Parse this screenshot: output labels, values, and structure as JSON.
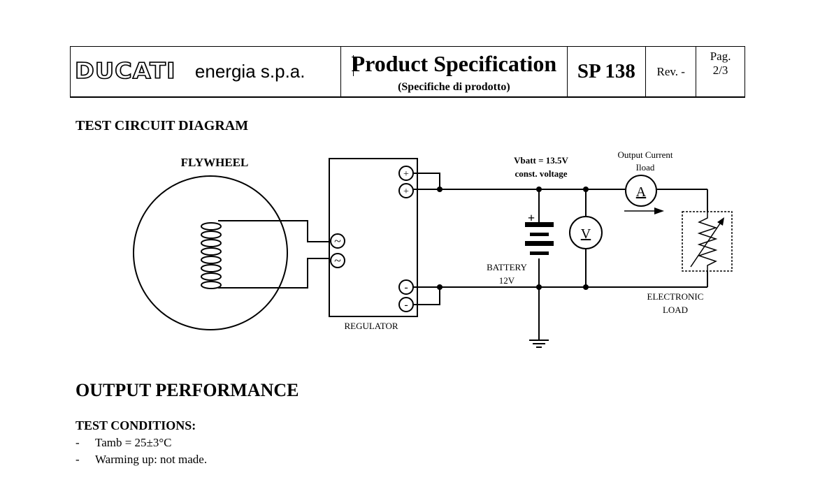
{
  "header": {
    "logo_brand": "DUCATI",
    "logo_company": "energia s.p.a.",
    "title": "Product Specification",
    "subtitle": "(Specifiche di prodotto)",
    "code": "SP 138",
    "revision": "Rev. -",
    "page_label": "Pag.",
    "page_number": "2/3"
  },
  "circuit": {
    "heading": "TEST CIRCUIT DIAGRAM",
    "flywheel_label": "FLYWHEEL",
    "regulator_label": "REGULATOR",
    "plus_symbol": "+",
    "minus_symbol": "-",
    "ac_symbol": "~",
    "vbatt_line1": "Vbatt = 13.5V",
    "vbatt_line2": "const. voltage",
    "battery_line1": "BATTERY",
    "battery_line2": "12V",
    "battery_plus": "+",
    "voltmeter_symbol": "V",
    "ammeter_symbol": "A",
    "output_current_line1": "Output Current",
    "output_current_line2": "Iload",
    "load_line1": "ELECTRONIC",
    "load_line2": "LOAD"
  },
  "performance": {
    "heading": "OUTPUT PERFORMANCE",
    "conditions_heading": "TEST CONDITIONS:",
    "conditions": [
      "Tamb = 25±3°C",
      "Warming up: not made."
    ],
    "dash": "-"
  }
}
